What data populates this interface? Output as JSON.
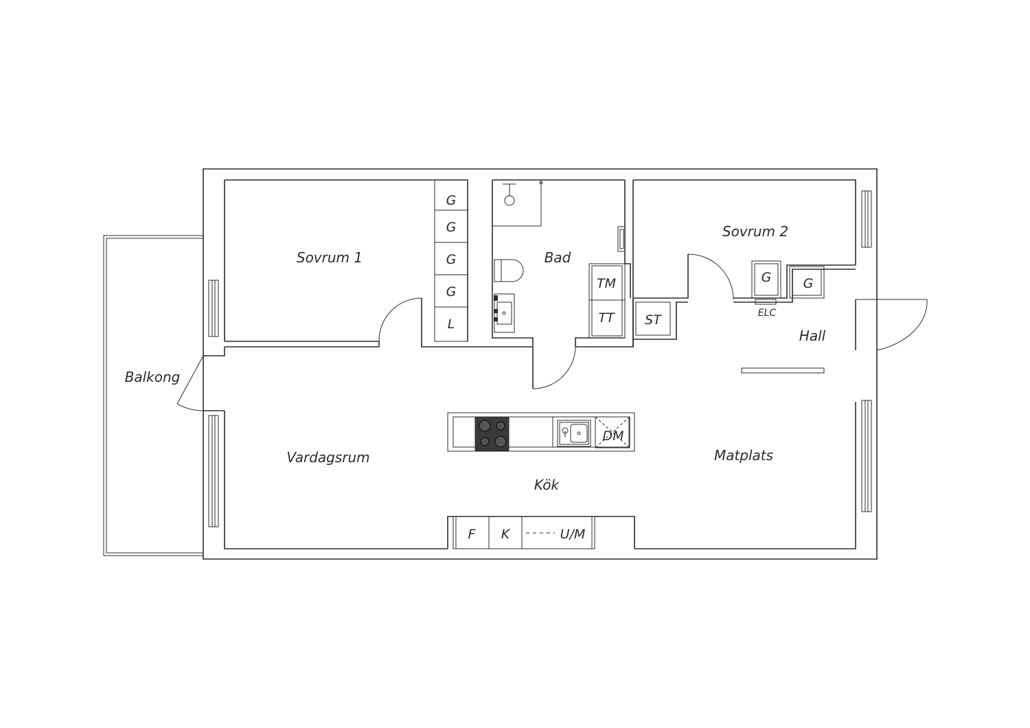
{
  "rooms": {
    "sovrum1": "Sovrum 1",
    "sovrum2": "Sovrum 2",
    "bad": "Bad",
    "balkong": "Balkong",
    "vardagsrum": "Vardagsrum",
    "kok": "Kök",
    "matplats": "Matplats",
    "hall": "Hall"
  },
  "fixtures": {
    "wardrobe_g": "G",
    "linen_l": "L",
    "washing_machine": "TM",
    "tumble_dryer": "TT",
    "storage": "ST",
    "electric_cabinet": "ELC",
    "dishwasher": "DM",
    "fridge": "F",
    "freezer": "K",
    "oven_microwave": "U/M"
  },
  "colors": {
    "line": "#2b2b2b",
    "stove": "#3a3a3a",
    "background": "#ffffff"
  }
}
